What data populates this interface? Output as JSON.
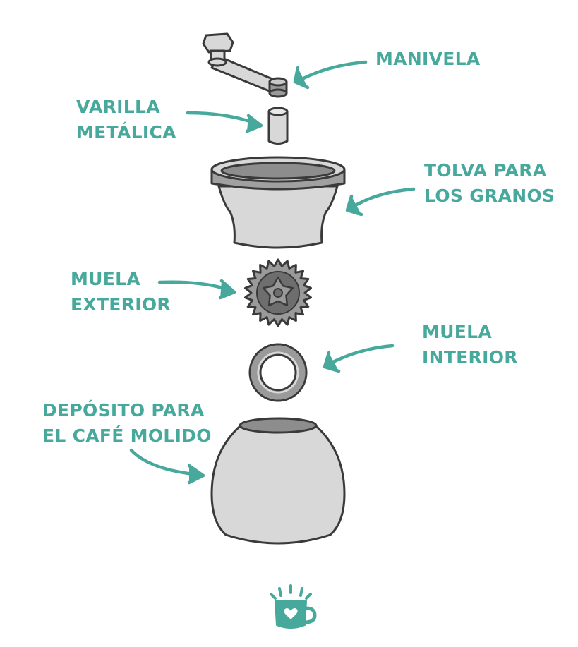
{
  "colors": {
    "accent": "#47a89c",
    "part_fill": "#d8d8d8",
    "part_dark": "#8d8d8d",
    "outline": "#3a3a3a"
  },
  "labels": {
    "manivela": [
      "MANIVELA"
    ],
    "varilla": [
      "VARILLA",
      "METÁLICA"
    ],
    "tolva": [
      "TOLVA PARA",
      "LOS GRANOS"
    ],
    "muela_exterior": [
      "MUELA",
      "EXTERIOR"
    ],
    "muela_interior": [
      "MUELA",
      "INTERIOR"
    ],
    "deposito": [
      "DEPÓSITO PARA",
      "EL CAFÉ MOLIDO"
    ]
  },
  "logo": {
    "icon": "coffee-mug-heart-icon"
  }
}
